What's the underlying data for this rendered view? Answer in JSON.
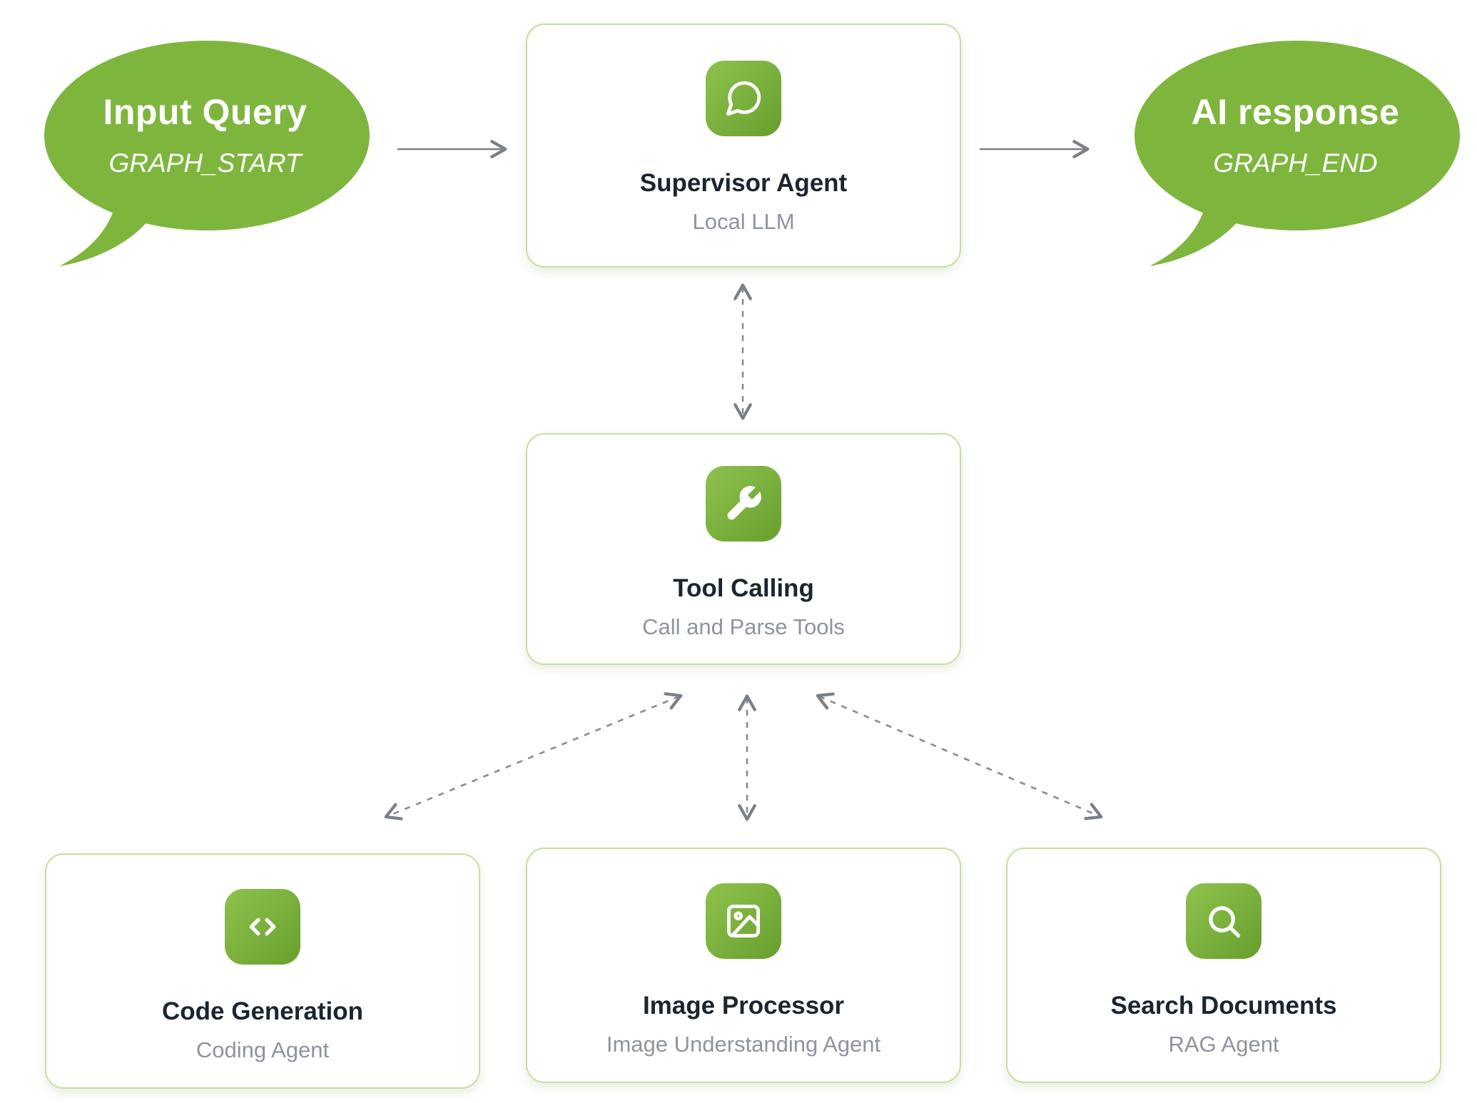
{
  "colors": {
    "accent_green": "#7eb63d",
    "icon_gradient_start": "#8ec24e",
    "icon_gradient_end": "#689f2c",
    "card_border": "#c6df9e",
    "title_text": "#1b2531",
    "subtitle_text": "#8d949e",
    "arrow_gray": "#7a8088"
  },
  "nodes": {
    "input_query": {
      "title": "Input Query",
      "subtitle": "GRAPH_START"
    },
    "supervisor_agent": {
      "title": "Supervisor Agent",
      "subtitle": "Local LLM",
      "icon": "chat-bubble-icon"
    },
    "ai_response": {
      "title": "AI response",
      "subtitle": "GRAPH_END"
    },
    "tool_calling": {
      "title": "Tool Calling",
      "subtitle": "Call and Parse Tools",
      "icon": "wrench-icon"
    },
    "code_generation": {
      "title": "Code Generation",
      "subtitle": "Coding Agent",
      "icon": "code-icon"
    },
    "image_processor": {
      "title": "Image Processor",
      "subtitle": "Image Understanding Agent",
      "icon": "image-icon"
    },
    "search_documents": {
      "title": "Search Documents",
      "subtitle": "RAG Agent",
      "icon": "search-icon"
    }
  },
  "edges": [
    {
      "from": "input_query",
      "to": "supervisor_agent",
      "style": "solid",
      "bidirectional": false
    },
    {
      "from": "supervisor_agent",
      "to": "ai_response",
      "style": "solid",
      "bidirectional": false
    },
    {
      "from": "supervisor_agent",
      "to": "tool_calling",
      "style": "dashed",
      "bidirectional": true
    },
    {
      "from": "tool_calling",
      "to": "code_generation",
      "style": "dashed",
      "bidirectional": true
    },
    {
      "from": "tool_calling",
      "to": "image_processor",
      "style": "dashed",
      "bidirectional": true
    },
    {
      "from": "tool_calling",
      "to": "search_documents",
      "style": "dashed",
      "bidirectional": true
    }
  ]
}
